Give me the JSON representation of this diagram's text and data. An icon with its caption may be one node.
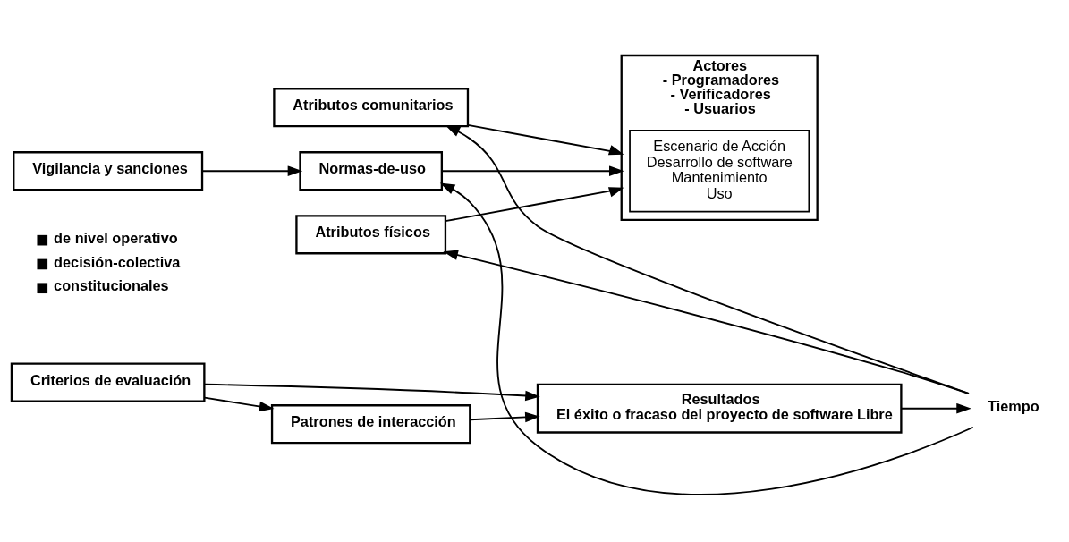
{
  "diagram": {
    "nodes": [
      {
        "text": [
          "Atributos físicos"
        ]
      },
      {
        "text": [
          "Atributos comunitarios"
        ]
      },
      {
        "text": [
          "Normas-de-uso"
        ]
      },
      {
        "text": [
          "Actores",
          "- Programadores",
          "- Verificadores",
          "- Usuarios"
        ]
      },
      {
        "text": [
          "Escenario de Acción",
          "Desarrollo de software",
          "Mantenimiento",
          "Uso"
        ],
        "in": 3
      },
      {
        "text": [
          "Vigilancia y sanciones"
        ]
      },
      {
        "text": [
          "Patrones de interacción"
        ]
      },
      {
        "text": [
          "Criterios de evaluación"
        ]
      },
      {
        "text": [
          "Resultados",
          "El éxito o fracaso del proyecto de software Libre"
        ]
      },
      {
        "text": [
          "Tiempo"
        ]
      }
    ],
    "edges": [
      {
        "from": 0,
        "to": 3,
        "arrow": "to"
      },
      {
        "from": 1,
        "to": 3,
        "arrow": "to"
      },
      {
        "from": 2,
        "to": 3,
        "arrow": "to"
      },
      {
        "from": 5,
        "to": 2,
        "arrow": "to"
      },
      {
        "from": 6,
        "to": 8,
        "arrow": "to"
      },
      {
        "from": 7,
        "to": 6,
        "arrow": "to"
      },
      {
        "from": 7,
        "to": 8,
        "arrow": "to"
      },
      {
        "from": 8,
        "to": 9,
        "arrow": "to"
      },
      {
        "from": 9,
        "to": 0,
        "arrow": "to"
      },
      {
        "from": 9,
        "to": 1,
        "arrow": "to"
      },
      {
        "from": 9,
        "to": 2,
        "arrow": "to"
      }
    ],
    "labels": [
      "de nivel operativo",
      "decisión-colectiva",
      "constitucionales"
    ]
  }
}
